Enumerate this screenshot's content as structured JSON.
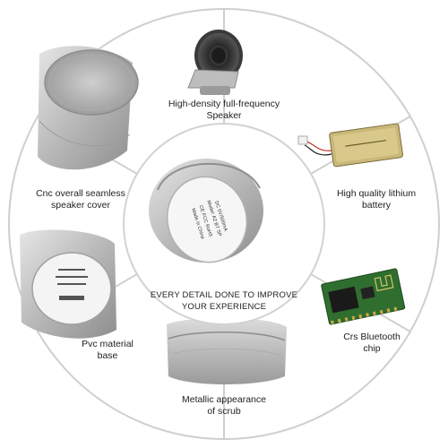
{
  "center": {
    "headline": [
      "EVERY DETAIL DONE TO IMPROVE",
      "YOUR EXPERIENCE"
    ]
  },
  "features": [
    {
      "name": "speaker-driver",
      "lines": [
        "High-density full-frequency",
        "Speaker"
      ],
      "icon": "speaker-driver-icon"
    },
    {
      "name": "lithium-battery",
      "lines": [
        "High quality lithium",
        "battery"
      ],
      "icon": "battery-icon"
    },
    {
      "name": "bluetooth-chip",
      "lines": [
        "Crs Bluetooth",
        "chip"
      ],
      "icon": "circuit-board-icon"
    },
    {
      "name": "metallic-scrub",
      "lines": [
        "Metallic appearance",
        "of scrub"
      ],
      "icon": "metallic-shell-icon"
    },
    {
      "name": "pvc-base",
      "lines": [
        "Pvc material",
        "base"
      ],
      "icon": "speaker-base-icon"
    },
    {
      "name": "speaker-cover",
      "lines": [
        "Cnc overall seamless",
        "speaker cover"
      ],
      "icon": "speaker-grille-icon"
    }
  ],
  "product_label": {
    "text": [
      "DC 5V/500mA",
      "Model: A2 BT SP",
      "CE FCC RoHS",
      "Made in China"
    ]
  },
  "colors": {
    "ring_border": "#c9c9c9",
    "segment_fill": "#ffffff",
    "aluminum_light": "#d9d9d9",
    "aluminum_dark": "#9c9c9c",
    "pcb_green": "#2f6e2f"
  }
}
